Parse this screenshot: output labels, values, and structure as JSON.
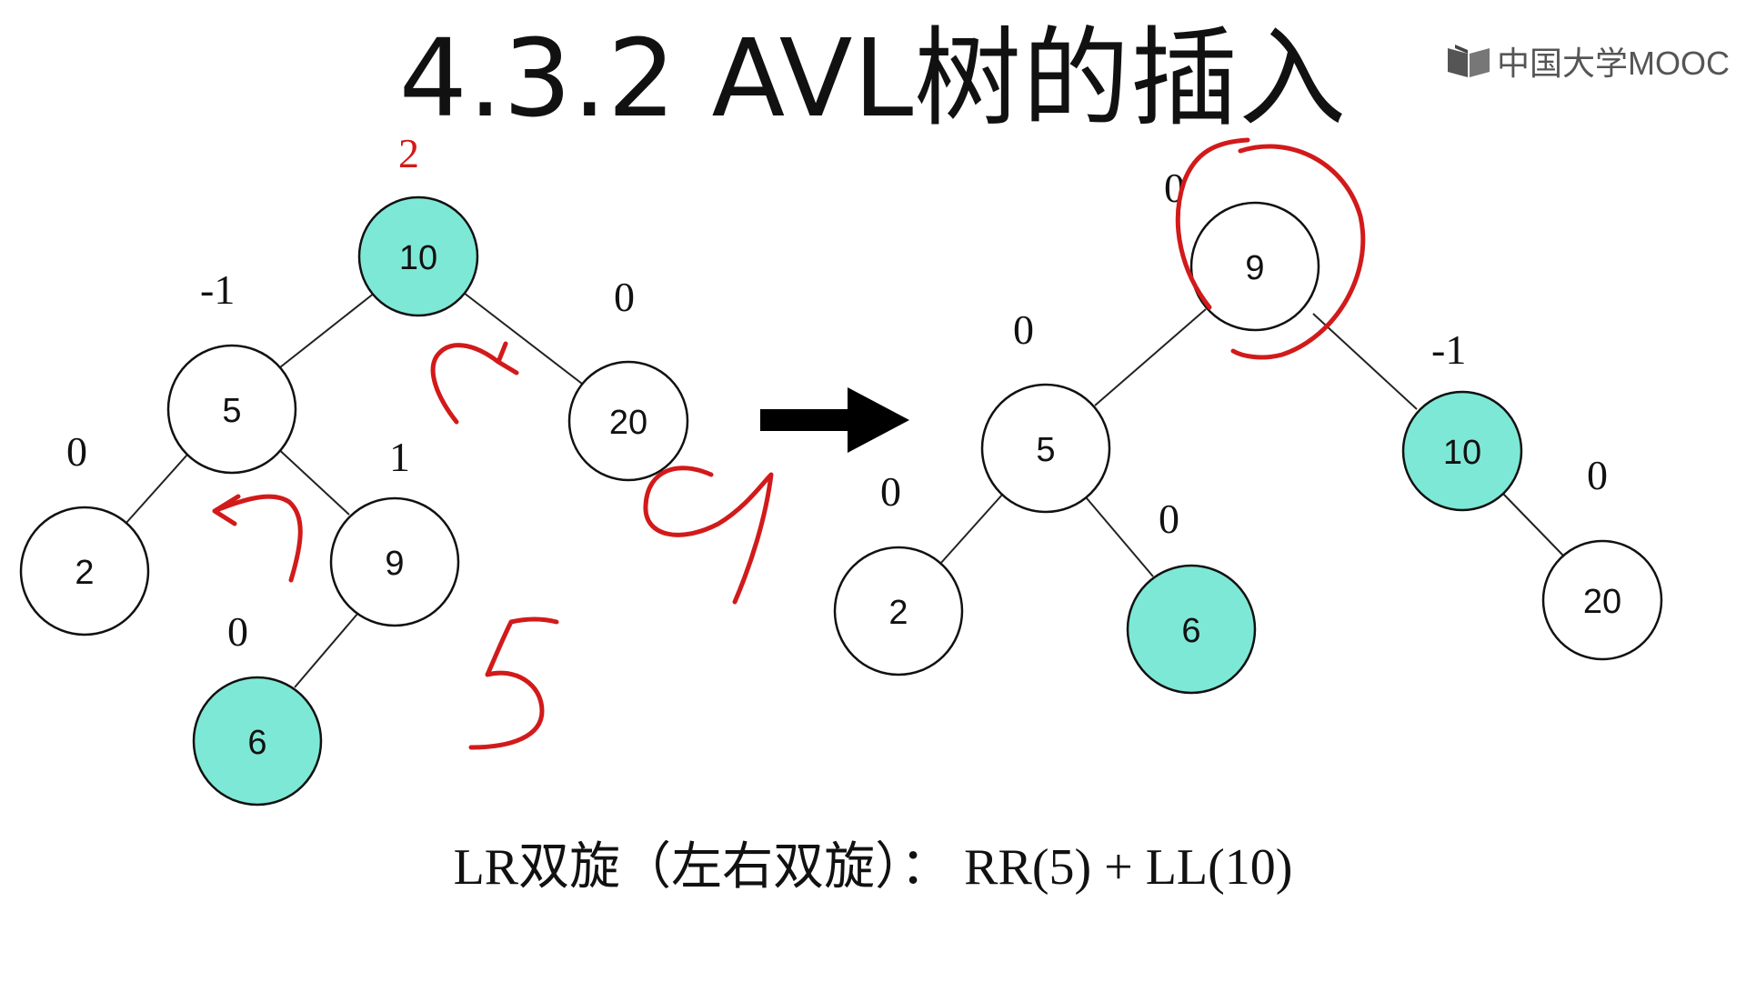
{
  "title": "4.3.2 AVL树的插入",
  "logo": {
    "text": "中国大学MOOC",
    "icon": "mooc-book-icon"
  },
  "caption": "LR双旋（左右双旋）： RR(5) + LL(10)",
  "colors": {
    "highlight_node": "#7ee8d6",
    "plain_node": "#ffffff",
    "ink": "#d21a1a",
    "arrow": "#000000"
  },
  "trees": {
    "before": {
      "nodes": [
        {
          "id": "b10",
          "key": "10",
          "bf": "2",
          "highlight": true,
          "bf_color": "red"
        },
        {
          "id": "b5",
          "key": "5",
          "bf": "-1",
          "highlight": false
        },
        {
          "id": "b20",
          "key": "20",
          "bf": "0",
          "highlight": false
        },
        {
          "id": "b2",
          "key": "2",
          "bf": "0",
          "highlight": false
        },
        {
          "id": "b9",
          "key": "9",
          "bf": "1",
          "highlight": false
        },
        {
          "id": "b6",
          "key": "6",
          "bf": "0",
          "highlight": true
        }
      ],
      "edges": [
        [
          "b10",
          "b5"
        ],
        [
          "b10",
          "b20"
        ],
        [
          "b5",
          "b2"
        ],
        [
          "b5",
          "b9"
        ],
        [
          "b9",
          "b6"
        ]
      ]
    },
    "after": {
      "nodes": [
        {
          "id": "a9",
          "key": "9",
          "bf": "0",
          "highlight": false
        },
        {
          "id": "a5",
          "key": "5",
          "bf": "0",
          "highlight": false
        },
        {
          "id": "a10",
          "key": "10",
          "bf": "-1",
          "highlight": true
        },
        {
          "id": "a2",
          "key": "2",
          "bf": "0",
          "highlight": false
        },
        {
          "id": "a6",
          "key": "6",
          "bf": "0",
          "highlight": true
        },
        {
          "id": "a20",
          "key": "20",
          "bf": "0",
          "highlight": false
        }
      ],
      "edges": [
        [
          "a9",
          "a5"
        ],
        [
          "a9",
          "a10"
        ],
        [
          "a5",
          "a2"
        ],
        [
          "a5",
          "a6"
        ],
        [
          "a10",
          "a20"
        ]
      ]
    }
  },
  "annotations": [
    {
      "id": "handwritten-9",
      "kind": "handwritten digit"
    },
    {
      "id": "handwritten-5",
      "kind": "handwritten digit"
    },
    {
      "id": "rotate-right-arrow",
      "kind": "curved arrow"
    },
    {
      "id": "rotate-left-arrow",
      "kind": "curved arrow"
    },
    {
      "id": "root-circle",
      "kind": "circle"
    }
  ]
}
